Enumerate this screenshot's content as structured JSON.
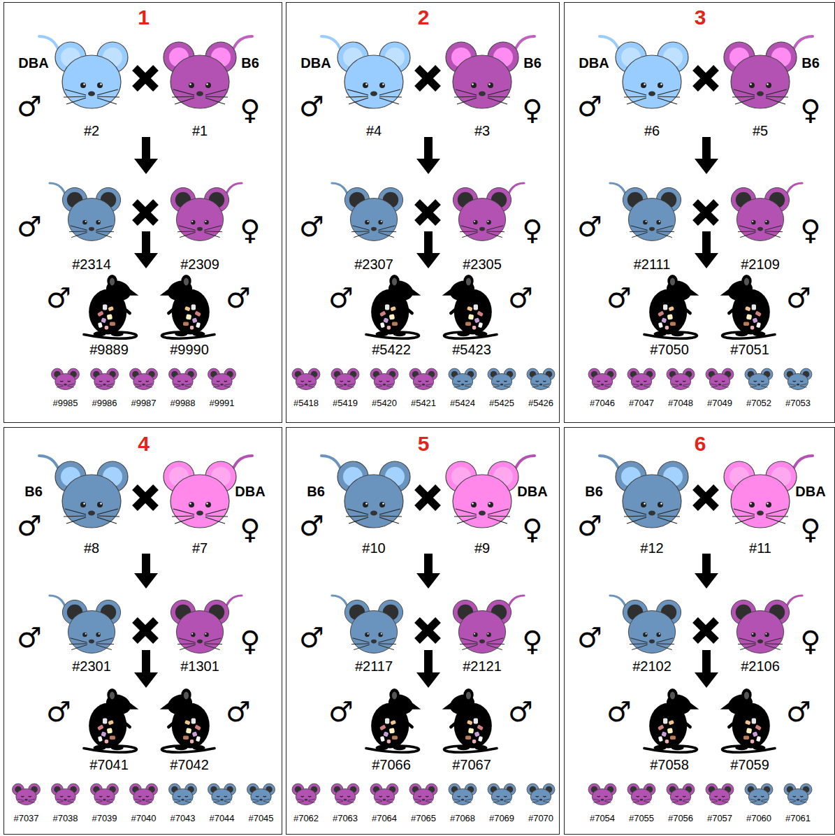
{
  "diagram": {
    "nodes": [
      {
        "text": [
          "1"
        ]
      },
      {
        "text": [
          "2"
        ]
      },
      {
        "text": [
          "3"
        ]
      },
      {
        "text": [
          "4"
        ]
      },
      {
        "text": [
          "5"
        ]
      },
      {
        "text": [
          "6"
        ]
      }
    ],
    "labels": [
      "DBA",
      "B6",
      "♂",
      "♀",
      "#2",
      "#1",
      "♂",
      "♀",
      "#2314",
      "#2309",
      "♂",
      "♂",
      "#9889",
      "#9990",
      "#9985",
      "#9986",
      "#9987",
      "#9988",
      "#9991",
      "DBA",
      "B6",
      "♂",
      "♀",
      "#4",
      "#3",
      "♂",
      "♀",
      "#2307",
      "#2305",
      "♂",
      "♂",
      "#5422",
      "#5423",
      "#5418",
      "#5419",
      "#5420",
      "#5421",
      "#5424",
      "#5425",
      "#5426",
      "DBA",
      "B6",
      "♂",
      "♀",
      "#6",
      "#5",
      "♂",
      "♀",
      "#2111",
      "#2109",
      "♂",
      "♂",
      "#7050",
      "#7051",
      "#7046",
      "#7047",
      "#7048",
      "#7049",
      "#7052",
      "#7053",
      "B6",
      "DBA",
      "♂",
      "♀",
      "#8",
      "#7",
      "♂",
      "♀",
      "#2301",
      "#1301",
      "♂",
      "♂",
      "#7041",
      "#7042",
      "#7037",
      "#7038",
      "#7039",
      "#7040",
      "#7043",
      "#7044",
      "#7045",
      "B6",
      "DBA",
      "♂",
      "♀",
      "#10",
      "#9",
      "♂",
      "♀",
      "#2117",
      "#2121",
      "♂",
      "♂",
      "#7066",
      "#7067",
      "#7062",
      "#7063",
      "#7064",
      "#7065",
      "#7068",
      "#7069",
      "#7070",
      "B6",
      "DBA",
      "♂",
      "♀",
      "#12",
      "#11",
      "♂",
      "♀",
      "#2102",
      "#2106",
      "♂",
      "♂",
      "#7058",
      "#7059",
      "#7054",
      "#7055",
      "#7056",
      "#7057",
      "#7060",
      "#7061"
    ]
  }
}
